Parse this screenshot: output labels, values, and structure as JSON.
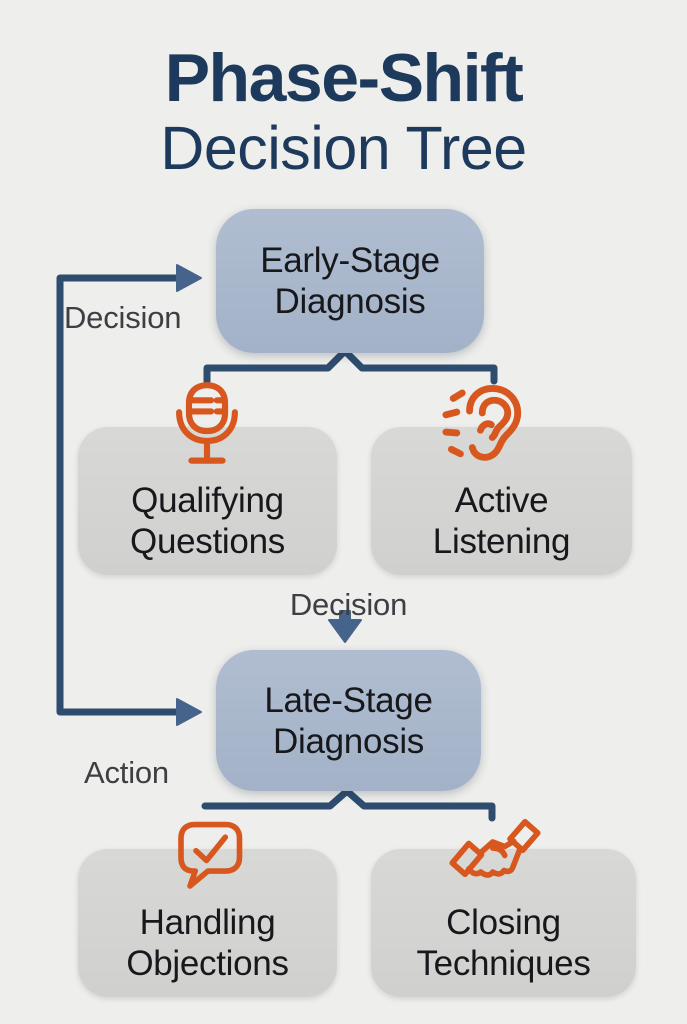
{
  "title": {
    "line1": "Phase-Shift",
    "line2": "Decision Tree"
  },
  "flow_labels": {
    "decision_early": "Decision",
    "decision_late": "Decision",
    "action": "Action"
  },
  "nodes": {
    "early_stage": {
      "label": "Early-Stage\nDiagnosis",
      "type": "decision-stage"
    },
    "qualifying": {
      "label": "Qualifying\nQuestions",
      "icon": "microphone-icon"
    },
    "active": {
      "label": "Active\nListening",
      "icon": "ear-icon"
    },
    "late_stage": {
      "label": "Late-Stage\nDiagnosis",
      "type": "decision-stage"
    },
    "handling": {
      "label": "Handling\nObjections",
      "icon": "speech-bubble-check-icon"
    },
    "closing": {
      "label": "Closing\nTechniques",
      "icon": "handshake-icon"
    }
  },
  "colors": {
    "background": "#eeeeec",
    "title_navy": "#1d3a5c",
    "connector_navy": "#2e4c6d",
    "arrowhead_blue": "#46638b",
    "node_blue": "#a3b2c8",
    "node_blue_light": "#b0bdd1",
    "node_gray": "#d0d0ce",
    "node_gray_light": "#d8d8d6",
    "node_text": "#17181b",
    "label_gray": "#3e3f42",
    "icon_orange": "#d8571f"
  }
}
